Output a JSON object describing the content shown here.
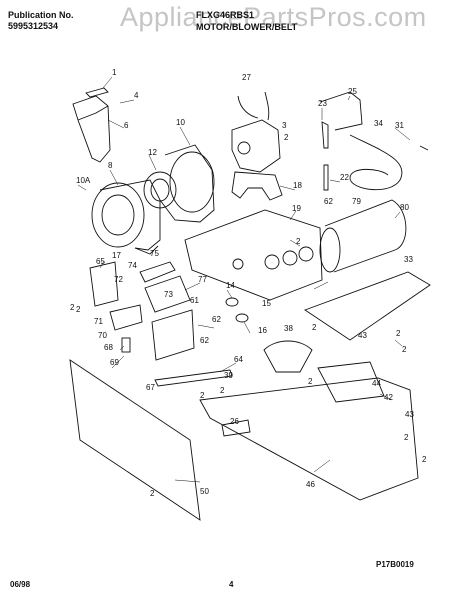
{
  "header": {
    "publication_label": "Publication No.",
    "publication_number": "5995312534",
    "model_number": "FLXG46RBS1",
    "section_title": "MOTOR/BLOWER/BELT"
  },
  "watermark": "AppliancePartsPros.com",
  "footer": {
    "date": "06/98",
    "page": "4",
    "figure_code": "P17B0019"
  },
  "callouts": [
    "1",
    "4",
    "6",
    "10",
    "8",
    "10A",
    "12",
    "27",
    "3",
    "2",
    "23",
    "25",
    "34",
    "31",
    "22",
    "18",
    "19",
    "2",
    "62",
    "79",
    "80",
    "33",
    "2",
    "17",
    "74",
    "75",
    "77",
    "65",
    "72",
    "73",
    "14",
    "15",
    "61",
    "62",
    "16",
    "71",
    "70",
    "68",
    "69",
    "38",
    "2",
    "43",
    "2",
    "42",
    "44",
    "43",
    "64",
    "62",
    "67",
    "39",
    "2",
    "2",
    "26",
    "2",
    "46",
    "50",
    "2",
    "2",
    "2",
    "2",
    "2"
  ]
}
